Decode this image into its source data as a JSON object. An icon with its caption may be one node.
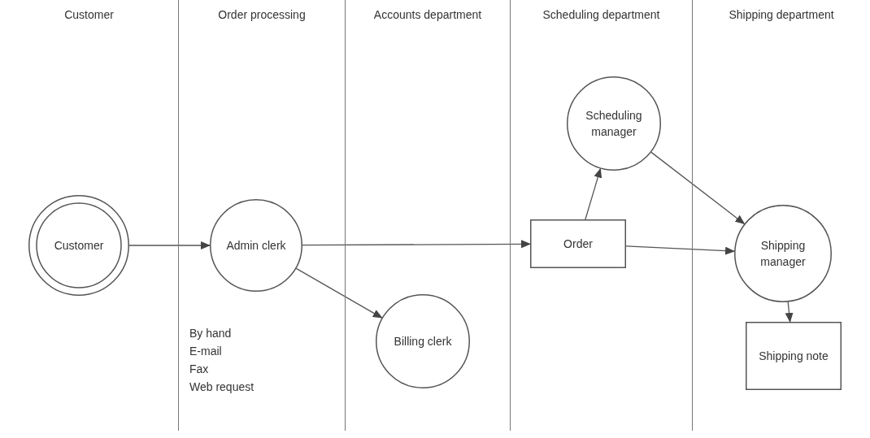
{
  "diagram": {
    "nodes": [
      {
        "text": [
          "Customer"
        ]
      },
      {
        "text": [
          "Order processing"
        ]
      },
      {
        "text": [
          "Accounts department"
        ]
      },
      {
        "text": [
          "Scheduling department"
        ]
      },
      {
        "text": [
          "Shipping department"
        ]
      },
      {
        "text": [
          "Customer"
        ],
        "in": 0
      },
      {
        "text": [
          "Admin clerk"
        ],
        "in": 1
      },
      {
        "text": [
          "Billing clerk"
        ],
        "in": 2
      },
      {
        "text": [
          "Scheduling manager"
        ],
        "in": 3
      },
      {
        "text": [
          "Order"
        ],
        "in": 3
      },
      {
        "text": [
          "Shipping manager"
        ],
        "in": 4
      },
      {
        "text": [
          "Shipping note"
        ],
        "in": 4
      }
    ],
    "edges": [
      {
        "from": 5,
        "to": 6,
        "arrow": "to"
      },
      {
        "from": 6,
        "to": 9,
        "arrow": "to"
      },
      {
        "from": 6,
        "to": 7,
        "arrow": "to"
      },
      {
        "from": 9,
        "to": 8,
        "arrow": "to"
      },
      {
        "from": 8,
        "to": 10,
        "arrow": "to"
      },
      {
        "from": 9,
        "to": 10,
        "arrow": "to"
      },
      {
        "from": 10,
        "to": 11,
        "arrow": "to"
      }
    ],
    "labels": [
      "By hand",
      "E-mail",
      "Fax",
      "Web request"
    ]
  }
}
